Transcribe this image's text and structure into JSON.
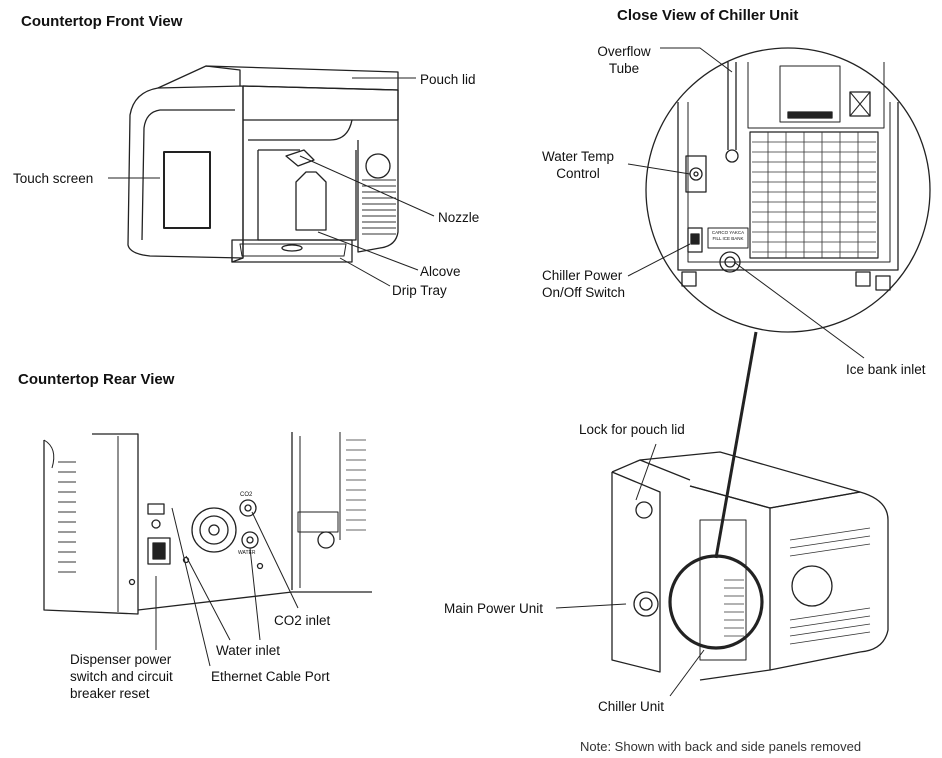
{
  "titles": {
    "front_view": "Countertop Front View",
    "chiller_close_view": "Close View of Chiller Unit",
    "rear_view": "Countertop Rear View"
  },
  "front_labels": {
    "pouch_lid": "Pouch lid",
    "touch_screen": "Touch screen",
    "nozzle": "Nozzle",
    "alcove": "Alcove",
    "drip_tray": "Drip Tray"
  },
  "chiller_labels": {
    "overflow_tube_line1": "Overflow",
    "overflow_tube_line2": "Tube",
    "water_temp_line1": "Water Temp",
    "water_temp_line2": "Control",
    "chiller_power_line1": "Chiller Power",
    "chiller_power_line2": "On/Off Switch",
    "ice_bank_inlet": "Ice bank inlet",
    "sticker_text_line1": "CARCO YAKCA",
    "sticker_text_line2": "FILL ICE BANK"
  },
  "side_labels": {
    "lock_pouch_lid": "Lock for pouch lid",
    "main_power_unit": "Main Power Unit",
    "chiller_unit": "Chiller Unit"
  },
  "rear_labels": {
    "co2_inlet": "CO2 inlet",
    "water_inlet": "Water inlet",
    "ethernet_port": "Ethernet Cable Port",
    "dispenser_power_line1": "Dispenser power",
    "dispenser_power_line2": "switch and circuit",
    "dispenser_power_line3": "breaker reset",
    "co2_port_text": "CO2",
    "water_port_text": "WATER"
  },
  "note": "Note: Shown with back and side panels removed"
}
